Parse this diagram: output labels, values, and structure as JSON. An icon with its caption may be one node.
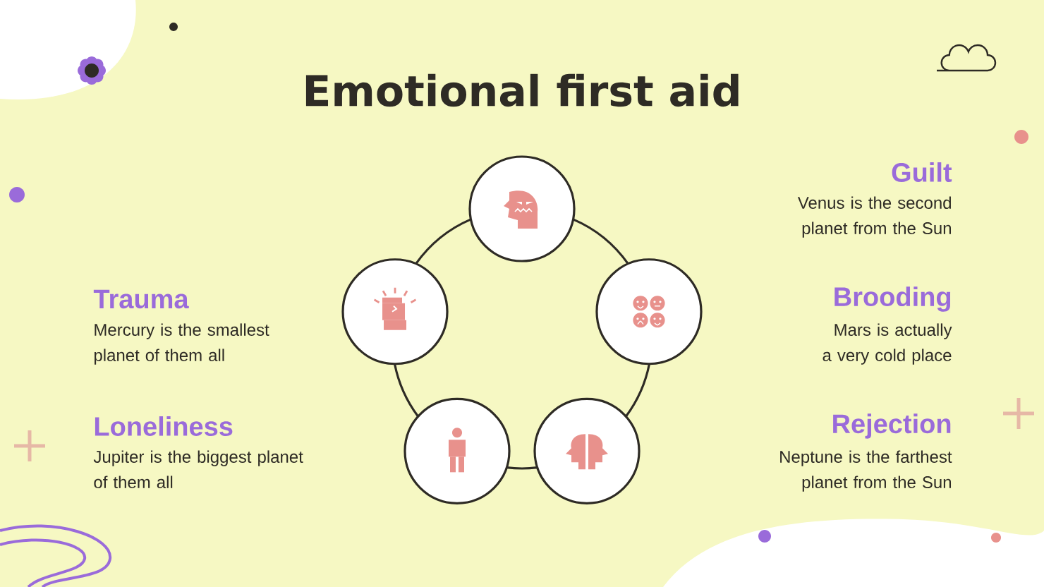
{
  "diagram": {
    "title": "Emotional first aid",
    "nodes": [
      {
        "text": [],
        "shape": "circle"
      },
      {
        "text": [],
        "shape": "circle"
      },
      {
        "text": [],
        "shape": "circle"
      },
      {
        "text": [],
        "shape": "circle"
      },
      {
        "text": [],
        "shape": "circle"
      }
    ],
    "edges": [
      {
        "from": 0,
        "to": 2,
        "arrow": "none"
      },
      {
        "from": 2,
        "to": 4,
        "arrow": "none"
      },
      {
        "from": 4,
        "to": 3,
        "arrow": "none"
      },
      {
        "from": 3,
        "to": 1,
        "arrow": "none"
      },
      {
        "from": 1,
        "to": 0,
        "arrow": "none"
      }
    ],
    "labels": [
      "Guilt",
      "Venus is the second planet from the Sun",
      "Trauma",
      "Mercury is the smallest planet of them all",
      "Brooding",
      "Mars is actually a very cold place",
      "Loneliness",
      "Jupiter is the biggest planet of them all",
      "Rejection",
      "Neptune is the farthest planet from the Sun"
    ]
  }
}
